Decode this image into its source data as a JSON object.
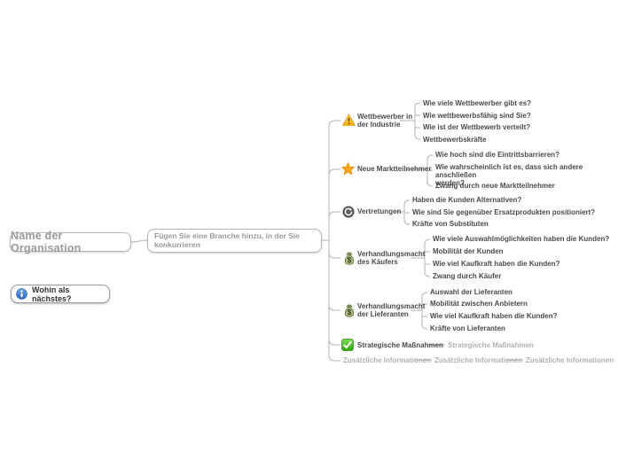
{
  "root": {
    "organisation_label": "Name der Organisation",
    "industry_prompt": "Fügen Sie eine Branche hinzu, in der Sie\nkonkurrieren"
  },
  "help": {
    "label": "Wohin als nächstes?",
    "icon": "info-icon"
  },
  "tree": {
    "branches": [
      {
        "icon": "warning-icon",
        "label": "Wettbewerber in\nder Industrie",
        "children": [
          "Wie viele Wettbewerber gibt es?",
          "Wie wettbewerbsfähig sind Sie?",
          "Wie ist der Wettbewerb verteilt?",
          "Wettbewerbskräfte"
        ]
      },
      {
        "icon": "star-icon",
        "label": "Neue Marktteilnehmer",
        "children": [
          "Wie hoch sind die Eintrittsbarrieren?",
          "Wie wahrscheinlich ist es, dass sich andere anschließen\nwerden?",
          "Zwang durch neue Marktteilnehmer"
        ]
      },
      {
        "icon": "refresh-icon",
        "label": "Vertretungen",
        "children": [
          "Haben die Kunden Alternativen?",
          "Wie sind Sie gegenüber Ersatzprodukten positioniert?",
          "Kräfte von Substituten"
        ]
      },
      {
        "icon": "money-bag-icon",
        "label": "Verhandlungsmacht\ndes Käufers",
        "children": [
          "Wie viele Auswahlmöglichkeiten haben die Kunden?",
          "Mobilität der Kunden",
          "Wie viel Kaufkraft haben die Kunden?",
          "Zwang durch Käufer"
        ]
      },
      {
        "icon": "money-bag-icon",
        "label": "Verhandlungsmacht\nder Lieferanten",
        "children": [
          "Auswahl der Lieferanten",
          "Mobilität zwischen Anbietern",
          "Wie viel Kaufkraft haben die Kunden?",
          "Kräfte von Lieferanten"
        ]
      },
      {
        "icon": "check-icon",
        "label": "Strategische Maßnahmen",
        "children": [],
        "placeholder_child": "Strategische Maßnahmen"
      }
    ],
    "placeholder_row": [
      "Zusätzliche Informationen",
      "Zusätzliche Informationen",
      "Zusätzliche Informationen"
    ]
  },
  "colors": {
    "connector_line": "#b3b3b3",
    "node_text": "#4a4a4a",
    "ghost_text": "#b0b0b0",
    "warning_yellow": "#ffc31f",
    "star_orange": "#ff9d1e",
    "check_green": "#3dbb1f",
    "info_blue": "#3b7fd4",
    "money_green": "#a3b377"
  }
}
